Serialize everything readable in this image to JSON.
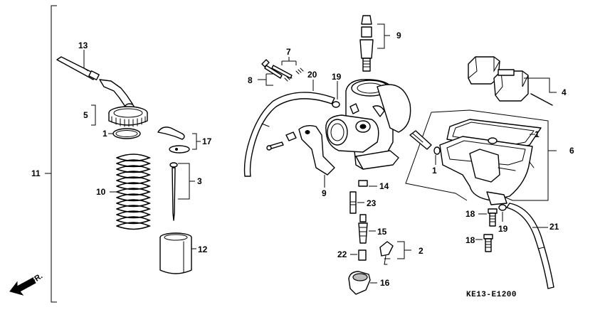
{
  "callouts": [
    {
      "id": "c11",
      "text": "11"
    },
    {
      "id": "c13",
      "text": "13"
    },
    {
      "id": "c5",
      "text": "5"
    },
    {
      "id": "c1a",
      "text": "1"
    },
    {
      "id": "c10",
      "text": "10"
    },
    {
      "id": "c17",
      "text": "17"
    },
    {
      "id": "c3",
      "text": "3"
    },
    {
      "id": "c12",
      "text": "12"
    },
    {
      "id": "c7",
      "text": "7"
    },
    {
      "id": "c8",
      "text": "8"
    },
    {
      "id": "c20",
      "text": "20"
    },
    {
      "id": "c19a",
      "text": "19"
    },
    {
      "id": "c9a",
      "text": "9"
    },
    {
      "id": "c9b",
      "text": "9"
    },
    {
      "id": "c14",
      "text": "14"
    },
    {
      "id": "c23",
      "text": "23"
    },
    {
      "id": "c15",
      "text": "15"
    },
    {
      "id": "c22",
      "text": "22"
    },
    {
      "id": "c2",
      "text": "2"
    },
    {
      "id": "c16",
      "text": "16"
    },
    {
      "id": "c4",
      "text": "4"
    },
    {
      "id": "c1b",
      "text": "1"
    },
    {
      "id": "c6",
      "text": "6"
    },
    {
      "id": "c1c",
      "text": "1"
    },
    {
      "id": "c18a",
      "text": "18"
    },
    {
      "id": "c19b",
      "text": "19"
    },
    {
      "id": "c21",
      "text": "21"
    },
    {
      "id": "c18b",
      "text": "18"
    }
  ],
  "direction_label": "FR.",
  "diagram_code": "KE13-E1200"
}
